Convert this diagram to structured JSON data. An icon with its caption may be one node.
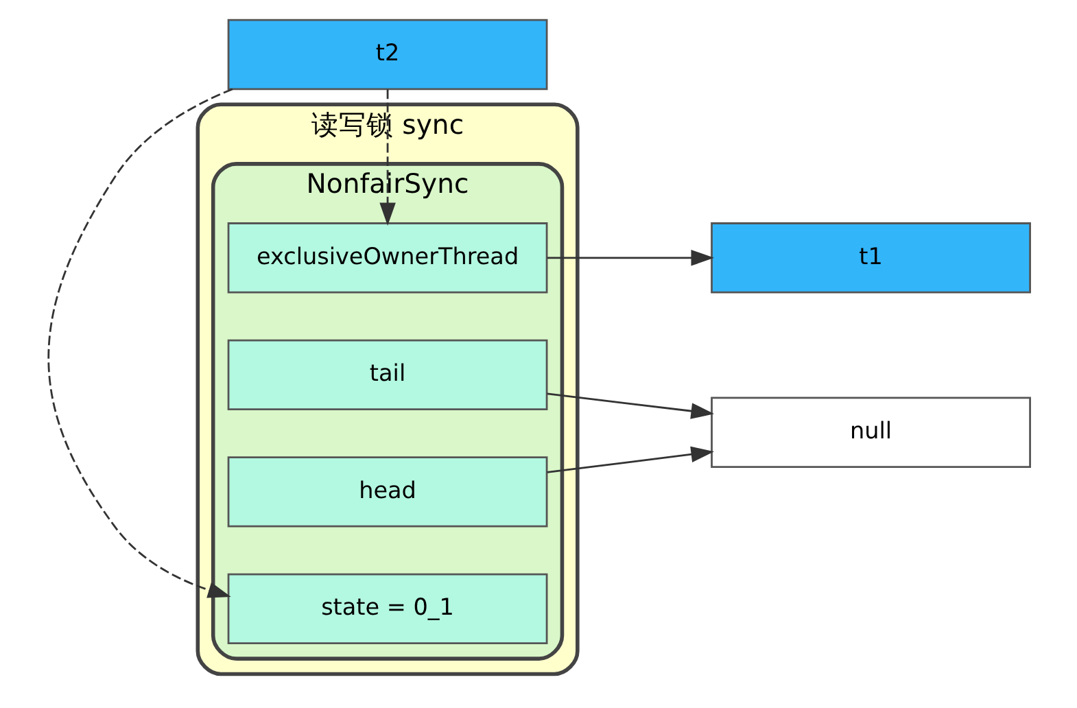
{
  "diagram": {
    "nodes": [
      {
        "text": [
          "读写锁 sync"
        ]
      },
      {
        "text": [
          "NonfairSync"
        ],
        "in": 0
      },
      {
        "text": [
          "state = 0_1"
        ],
        "in": 1
      },
      {
        "text": [
          "head"
        ],
        "in": 1
      },
      {
        "text": [
          "tail"
        ],
        "in": 1
      },
      {
        "text": [
          "exclusiveOwnerThread"
        ],
        "in": 1
      },
      {
        "text": [
          "t2"
        ]
      },
      {
        "text": [
          "null"
        ]
      },
      {
        "text": [
          "t1"
        ]
      }
    ],
    "edges": [
      {
        "from": 6,
        "to": 2,
        "arrow": "to",
        "style": "dashed"
      },
      {
        "from": 6,
        "to": 5,
        "arrow": "to",
        "style": "dashed"
      },
      {
        "from": 3,
        "to": 7,
        "arrow": "to"
      },
      {
        "from": 4,
        "to": 7,
        "arrow": "to"
      },
      {
        "from": 5,
        "to": 8,
        "arrow": "to"
      }
    ]
  }
}
